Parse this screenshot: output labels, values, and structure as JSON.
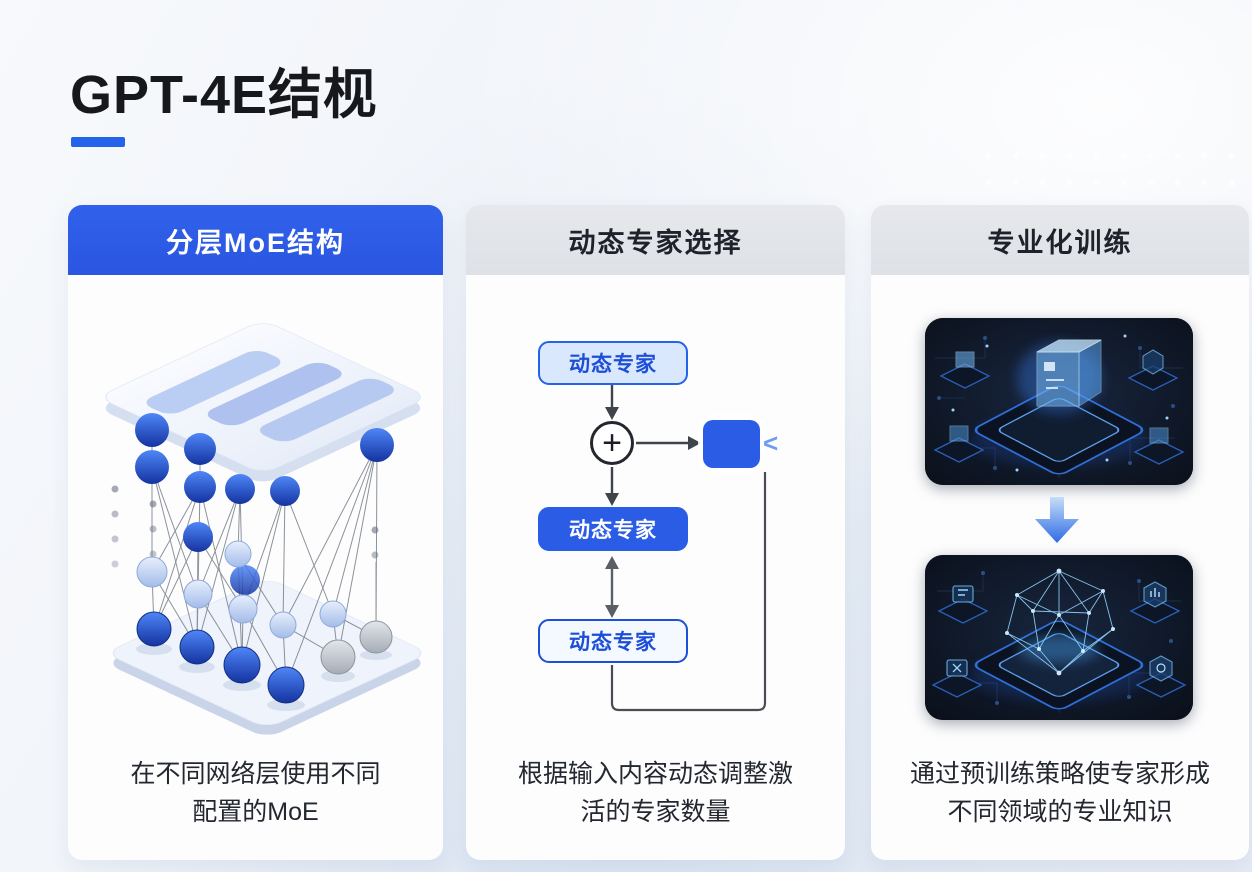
{
  "page": {
    "title": "GPT-4E结枧"
  },
  "colors": {
    "accent_blue": "#2b5ce6",
    "header_gray": "#e2e4e9",
    "title_text": "#17181b",
    "caption_text": "#23272e"
  },
  "columns": [
    {
      "header": "分层MoE结构",
      "style": "blue",
      "caption_line1": "在不同网络层使用不同",
      "caption_line2": "配置的MoE"
    },
    {
      "header": "动态专家选择",
      "style": "gray",
      "caption_line1": "根据输入内容动态调整激",
      "caption_line2": "活的专家数量"
    },
    {
      "header": "专业化训练",
      "style": "gray",
      "caption_line1": "通过预训练策略使专家形成",
      "caption_line2": "不同领域的专业知识"
    }
  ],
  "flowchart": {
    "top_box": "动态专家",
    "middle_box": "动态专家",
    "bottom_box": "动态专家",
    "sum_symbol": "+",
    "router_glyph": "<"
  }
}
